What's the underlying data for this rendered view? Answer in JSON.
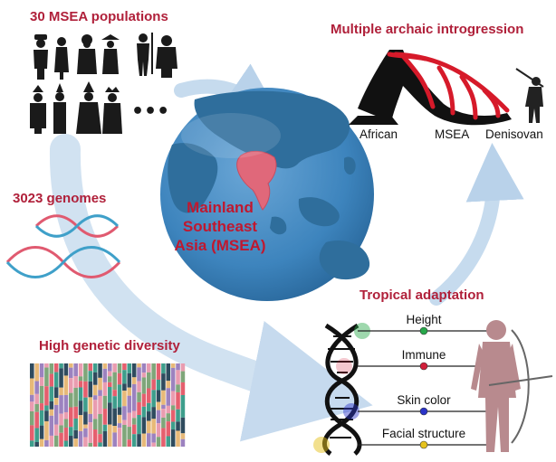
{
  "titles": {
    "populations": "30 MSEA populations",
    "archaic": "Multiple archaic introgression",
    "genomes": "3023 genomes",
    "diversity": "High genetic diversity",
    "tropical": "Tropical adaptation"
  },
  "more_marker": "•••",
  "globe_label": [
    "Mainland",
    "Southeast",
    "Asia (MSEA)"
  ],
  "archaic_labels": {
    "african": "African",
    "msea": "MSEA",
    "denisovan": "Denisovan"
  },
  "traits": [
    {
      "label": "Height",
      "color": "#27a84a"
    },
    {
      "label": "Immune",
      "color": "#d11f3a"
    },
    {
      "label": "Skin color",
      "color": "#2a33c8"
    },
    {
      "label": "Facial structure",
      "color": "#e5c21d"
    }
  ],
  "colors": {
    "accent": "#b0203a",
    "ocean": "#3d84bd",
    "land": "#2f6e9c",
    "msea_region": "#e0687a",
    "archaic_lines": "#d61a2a",
    "arrow": "#b9d2ea"
  },
  "diversity_palette": [
    "#2f4b5e",
    "#e7b978",
    "#9c82bf",
    "#e99cb0",
    "#7fa67a",
    "#e55f6e",
    "#3e9e8c"
  ]
}
